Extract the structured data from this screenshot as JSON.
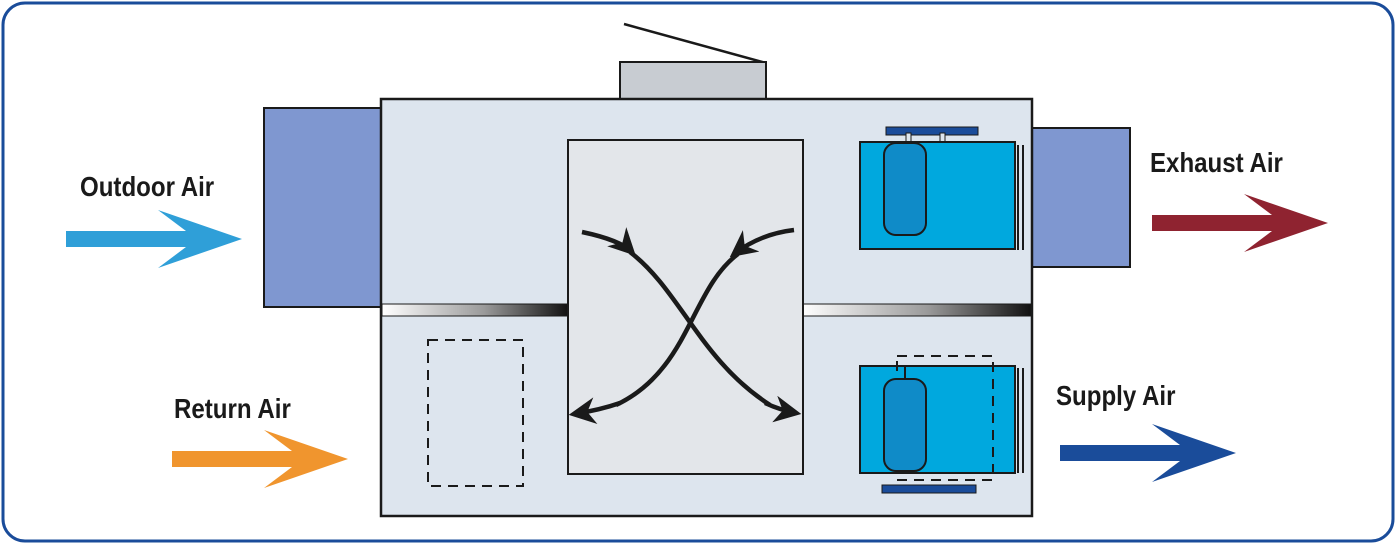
{
  "labels": {
    "outdoor_air": "Outdoor Air",
    "return_air": "Return Air",
    "exhaust_air": "Exhaust Air",
    "supply_air": "Supply Air"
  },
  "colors": {
    "frame_border": "#1a4c9a",
    "cabinet_fill": "#dde5ee",
    "core_fill": "#e3e6ea",
    "duct_fill": "#7f97d0",
    "fan_housing": "#00a8de",
    "fan_motor": "#0f8bc8",
    "fan_mount": "#1a4c9a",
    "top_box": "#c8ccd2",
    "outdoor_arrow": "#2f9fd8",
    "return_arrow": "#f0952e",
    "exhaust_arrow": "#8f2330",
    "supply_arrow": "#1a4c9a"
  }
}
